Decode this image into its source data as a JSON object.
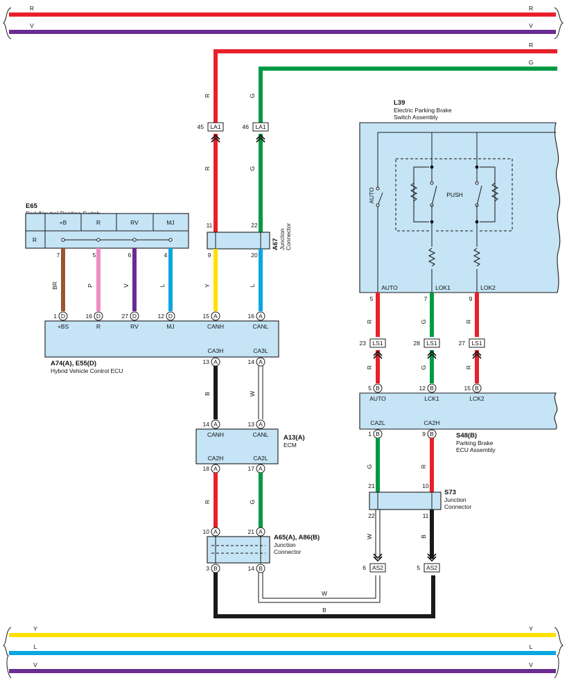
{
  "colors": {
    "R": "#e8202a",
    "V": "#6a2c91",
    "G": "#009a44",
    "BR": "#9a5530",
    "P": "#f08cc0",
    "L": "#0aa6e2",
    "Y": "#ffe000",
    "B": "#1a1a1a",
    "W": "#ffffff",
    "box": "#c5e4f5"
  },
  "buses": {
    "top_r": "R",
    "top_v": "V",
    "bottom_y": "Y",
    "bottom_l": "L",
    "bottom_v": "V"
  },
  "feed_lines": {
    "r": "R",
    "g": "G"
  },
  "e65": {
    "code": "E65",
    "name": "Park/Neutral Position Switch",
    "headers": [
      "+B",
      "R",
      "RV",
      "MJ"
    ],
    "row_label": "R",
    "pins": [
      "7",
      "5",
      "6",
      "4"
    ],
    "wires": [
      "BR",
      "P",
      "V",
      "L"
    ]
  },
  "a67": {
    "code": "A67",
    "name_1": "Junction",
    "name_2": "Connector",
    "top_pins": [
      "11",
      "22"
    ],
    "bottom_pins": [
      "9",
      "20"
    ],
    "wires_top": [
      "R",
      "G"
    ],
    "wires_mid": [
      "R",
      "G"
    ],
    "wires_bottom": [
      "Y",
      "L"
    ]
  },
  "la1": {
    "label": "LA1",
    "pins": [
      "45",
      "46"
    ]
  },
  "ecu_hv": {
    "code": "A74(A), E55(D)",
    "name": "Hybrid Vehicle Control ECU",
    "top_pins": [
      {
        "num": "1",
        "letter": "D",
        "label": "+BS"
      },
      {
        "num": "16",
        "letter": "D",
        "label": "R"
      },
      {
        "num": "27",
        "letter": "D",
        "label": "RV"
      },
      {
        "num": "12",
        "letter": "D",
        "label": "MJ"
      },
      {
        "num": "15",
        "letter": "A",
        "label": "CANH"
      },
      {
        "num": "16",
        "letter": "A",
        "label": "CANL"
      }
    ],
    "bottom_pins": [
      {
        "num": "13",
        "letter": "A",
        "label": "CA3H"
      },
      {
        "num": "14",
        "letter": "A",
        "label": "CA3L"
      }
    ]
  },
  "ecm": {
    "code": "A13(A)",
    "name": "ECM",
    "top_pins": [
      {
        "num": "14",
        "letter": "A",
        "label": "CANH"
      },
      {
        "num": "13",
        "letter": "A",
        "label": "CANL"
      }
    ],
    "bottom_pins": [
      {
        "num": "18",
        "letter": "A",
        "label": "CA2H"
      },
      {
        "num": "17",
        "letter": "A",
        "label": "CA2L"
      }
    ],
    "wires_in": [
      "B",
      "W"
    ],
    "wires_out": [
      "R",
      "G"
    ]
  },
  "a65": {
    "code": "A65(A), A86(B)",
    "name_1": "Junction",
    "name_2": "Connector",
    "top_pins": [
      {
        "num": "10",
        "letter": "A"
      },
      {
        "num": "21",
        "letter": "A"
      }
    ],
    "bottom_pins": [
      {
        "num": "3",
        "letter": "B"
      },
      {
        "num": "14",
        "letter": "B"
      }
    ]
  },
  "l39": {
    "code": "L39",
    "name_1": "Electric Parking Brake",
    "name_2": "Switch Assembly",
    "auto_label": "AUTO",
    "push_label": "PUSH",
    "terminals": [
      "AUTO",
      "LOK1",
      "LOK2"
    ],
    "pins": [
      "5",
      "7",
      "9"
    ],
    "wires": [
      "R",
      "G",
      "R"
    ]
  },
  "ls1": {
    "label": "LS1",
    "pins": [
      "23",
      "28",
      "27"
    ]
  },
  "s48": {
    "code": "S48(B)",
    "name_1": "Parking Brake",
    "name_2": "ECU Assembly",
    "top_pins": [
      {
        "num": "5",
        "letter": "B",
        "label": "AUTO"
      },
      {
        "num": "12",
        "letter": "B",
        "label": "LCK1"
      },
      {
        "num": "15",
        "letter": "B",
        "label": "LCK2"
      }
    ],
    "bottom_pins": [
      {
        "num": "1",
        "letter": "B",
        "label": "CA2L"
      },
      {
        "num": "9",
        "letter": "B",
        "label": "CA2H"
      }
    ],
    "wires_in": [
      "R",
      "G",
      "R"
    ],
    "wires_out": [
      "G",
      "R"
    ]
  },
  "s73": {
    "code": "S73",
    "name_1": "Junction",
    "name_2": "Connector",
    "top_pins": [
      "21",
      "10"
    ],
    "bottom_pins": [
      "22",
      "11"
    ],
    "wires_out": [
      "W",
      "B"
    ]
  },
  "as2": {
    "label": "AS2",
    "pins": [
      "6",
      "5"
    ]
  },
  "ground_links": {
    "w": "W",
    "b": "B"
  }
}
